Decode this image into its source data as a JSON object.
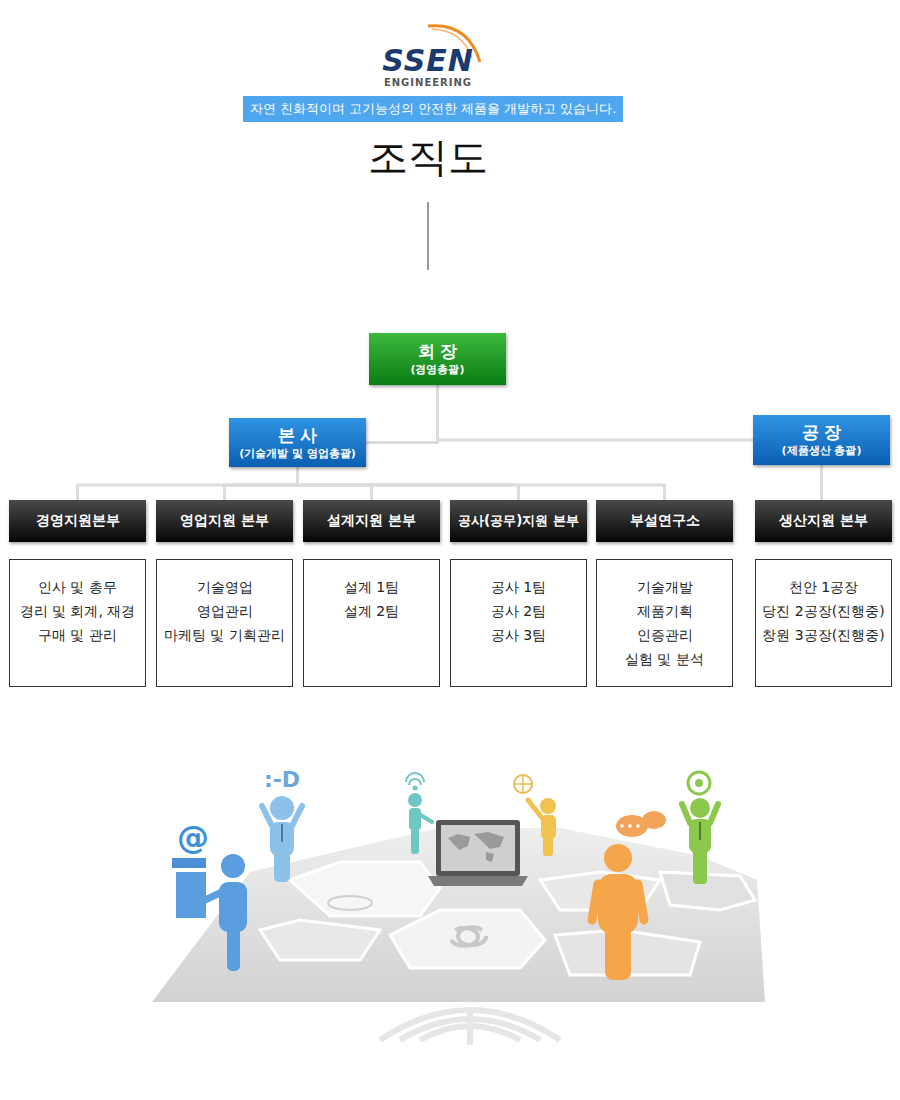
{
  "diagram": {
    "title": "조직도",
    "nodes": [
      {
        "text": [
          "자연 친화적이며 고기능성의 안전한 제품을 개발하고 있습니다."
        ]
      },
      {
        "text": [
          "회 장",
          "(경영총괄)"
        ]
      },
      {
        "text": [
          "본 사",
          "(기술개발 및 영업총괄)"
        ]
      },
      {
        "text": [
          "공 장",
          "(제품생산 총괄)"
        ]
      },
      {
        "text": [
          "경영지원본부"
        ]
      },
      {
        "text": [
          "영업지원 본부"
        ]
      },
      {
        "text": [
          "설계지원 본부"
        ]
      },
      {
        "text": [
          "공사(공무)지원 본부"
        ]
      },
      {
        "text": [
          "부설연구소"
        ]
      },
      {
        "text": [
          "생산지원 본부"
        ]
      },
      {
        "text": [
          "인사 및 총무",
          "경리 및 회계, 재경",
          "구매 및 관리"
        ]
      },
      {
        "text": [
          "기술영업",
          "영업관리",
          "마케팅 및 기획관리"
        ]
      },
      {
        "text": [
          "설계 1팀",
          "설계 2팀"
        ]
      },
      {
        "text": [
          "공사 1팀",
          "공사 2팀",
          "공사 3팀"
        ]
      },
      {
        "text": [
          "기술개발",
          "제품기획",
          "인증관리",
          "실험 및 분석"
        ]
      },
      {
        "text": [
          "천안 1공장",
          "당진 2공장(진행중)",
          "창원 3공장(진행중)"
        ]
      }
    ],
    "edges": [
      {
        "from": 1,
        "to": 2,
        "arrow": "none"
      },
      {
        "from": 1,
        "to": 3,
        "arrow": "none"
      },
      {
        "from": 2,
        "to": 4,
        "arrow": "none"
      },
      {
        "from": 2,
        "to": 5,
        "arrow": "none"
      },
      {
        "from": 2,
        "to": 6,
        "arrow": "none"
      },
      {
        "from": 2,
        "to": 7,
        "arrow": "none"
      },
      {
        "from": 2,
        "to": 8,
        "arrow": "none"
      },
      {
        "from": 3,
        "to": 9,
        "arrow": "none"
      }
    ],
    "labels": [
      "SSEN",
      "ENGINEERING",
      ":-D",
      "@"
    ]
  }
}
